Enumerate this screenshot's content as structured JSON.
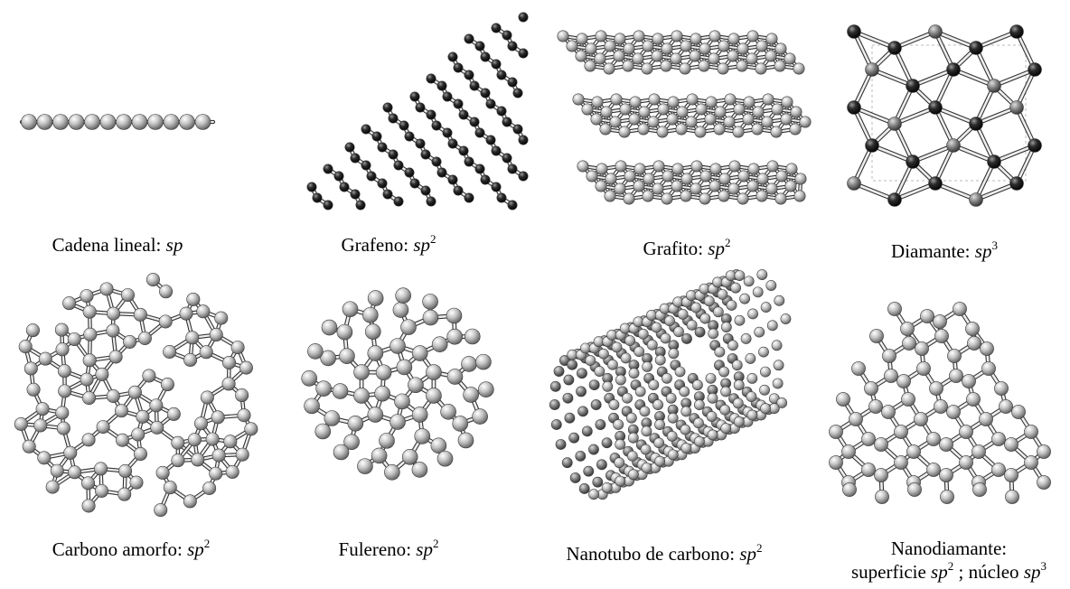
{
  "figure": {
    "panels": [
      {
        "id": "linear-chain",
        "name": "Cadena lineal",
        "hybrid": "sp",
        "exp": ""
      },
      {
        "id": "graphene",
        "name": "Grafeno",
        "hybrid": "sp",
        "exp": "2"
      },
      {
        "id": "graphite",
        "name": "Grafito",
        "hybrid": "sp",
        "exp": "2"
      },
      {
        "id": "diamond",
        "name": "Diamante",
        "hybrid": "sp",
        "exp": "3"
      },
      {
        "id": "amorphous-carbon",
        "name": "Carbono amorfo",
        "hybrid": "sp",
        "exp": "2"
      },
      {
        "id": "fullerene",
        "name": "Fulereno",
        "hybrid": "sp",
        "exp": "2"
      },
      {
        "id": "nanotube",
        "name": "Nanotubo de carbono",
        "hybrid": "sp",
        "exp": "2"
      },
      {
        "id": "nanodiamond",
        "name": "Nanodiamante",
        "surface_label": "superficie",
        "surface_hybrid": "sp",
        "surface_exp": "2",
        "core_label": "núcleo",
        "core_hybrid": "sp",
        "core_exp": "3"
      }
    ]
  }
}
